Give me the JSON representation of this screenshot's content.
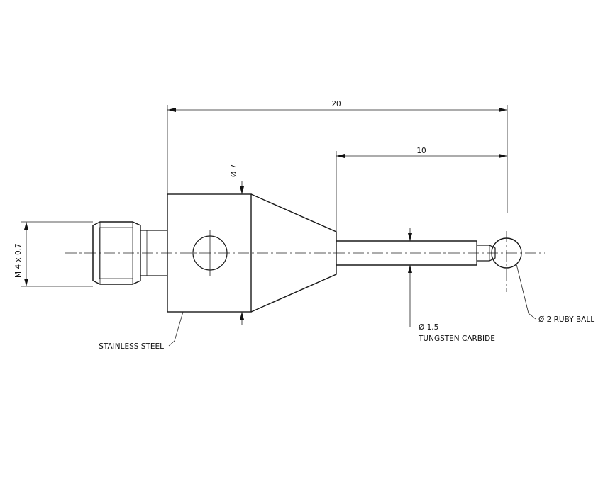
{
  "dimensions": {
    "overall_length": "20",
    "stem_length": "10",
    "body_diameter": "Ø 7",
    "thread": "M 4 x 0.7"
  },
  "callouts": {
    "body_material": "STAINLESS STEEL",
    "stem_diameter": "Ø 1.5",
    "stem_material": "TUNGSTEN CARBIDE",
    "ball": "Ø 2 RUBY BALL"
  }
}
